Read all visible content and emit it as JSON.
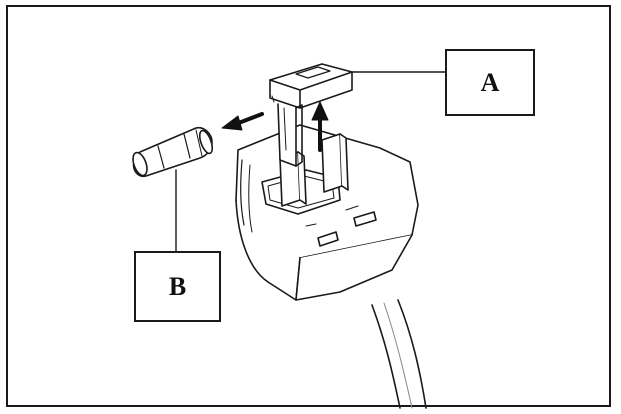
{
  "diagram": {
    "callouts": [
      {
        "id": "A",
        "label": "A",
        "part": "fuse-holder"
      },
      {
        "id": "B",
        "label": "B",
        "part": "fuse"
      }
    ]
  }
}
